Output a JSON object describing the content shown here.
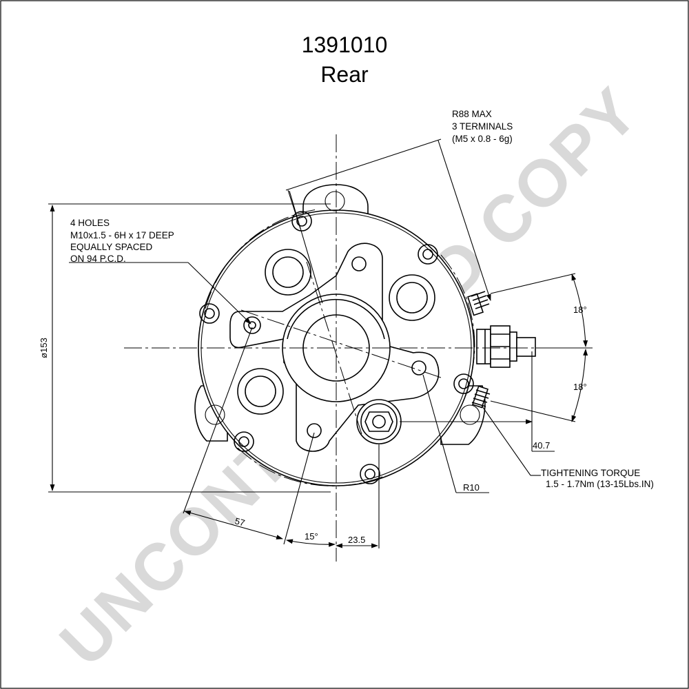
{
  "title": {
    "part_number": "1391010",
    "view": "Rear"
  },
  "watermark": "UNCONTROLLED COPY",
  "notes": {
    "terminals": [
      "R88 MAX",
      "3 TERMINALS",
      "(M5 x 0.8 - 6g)"
    ],
    "holes": [
      "4 HOLES",
      "M10x1.5 - 6H x 17 DEEP",
      "EQUALLY SPACED",
      "ON 94 P.C.D."
    ],
    "torque": [
      "TIGHTENING TORQUE",
      "1.5 - 1.7Nm (13-15Lbs.IN)"
    ]
  },
  "dimensions": {
    "diameter": "ø153",
    "angle_top": "18°",
    "angle_bottom": "18°",
    "offset_right": "40.7",
    "radius": "R10",
    "length_57": "57",
    "angle_15": "15°",
    "offset_23_5": "23.5"
  }
}
